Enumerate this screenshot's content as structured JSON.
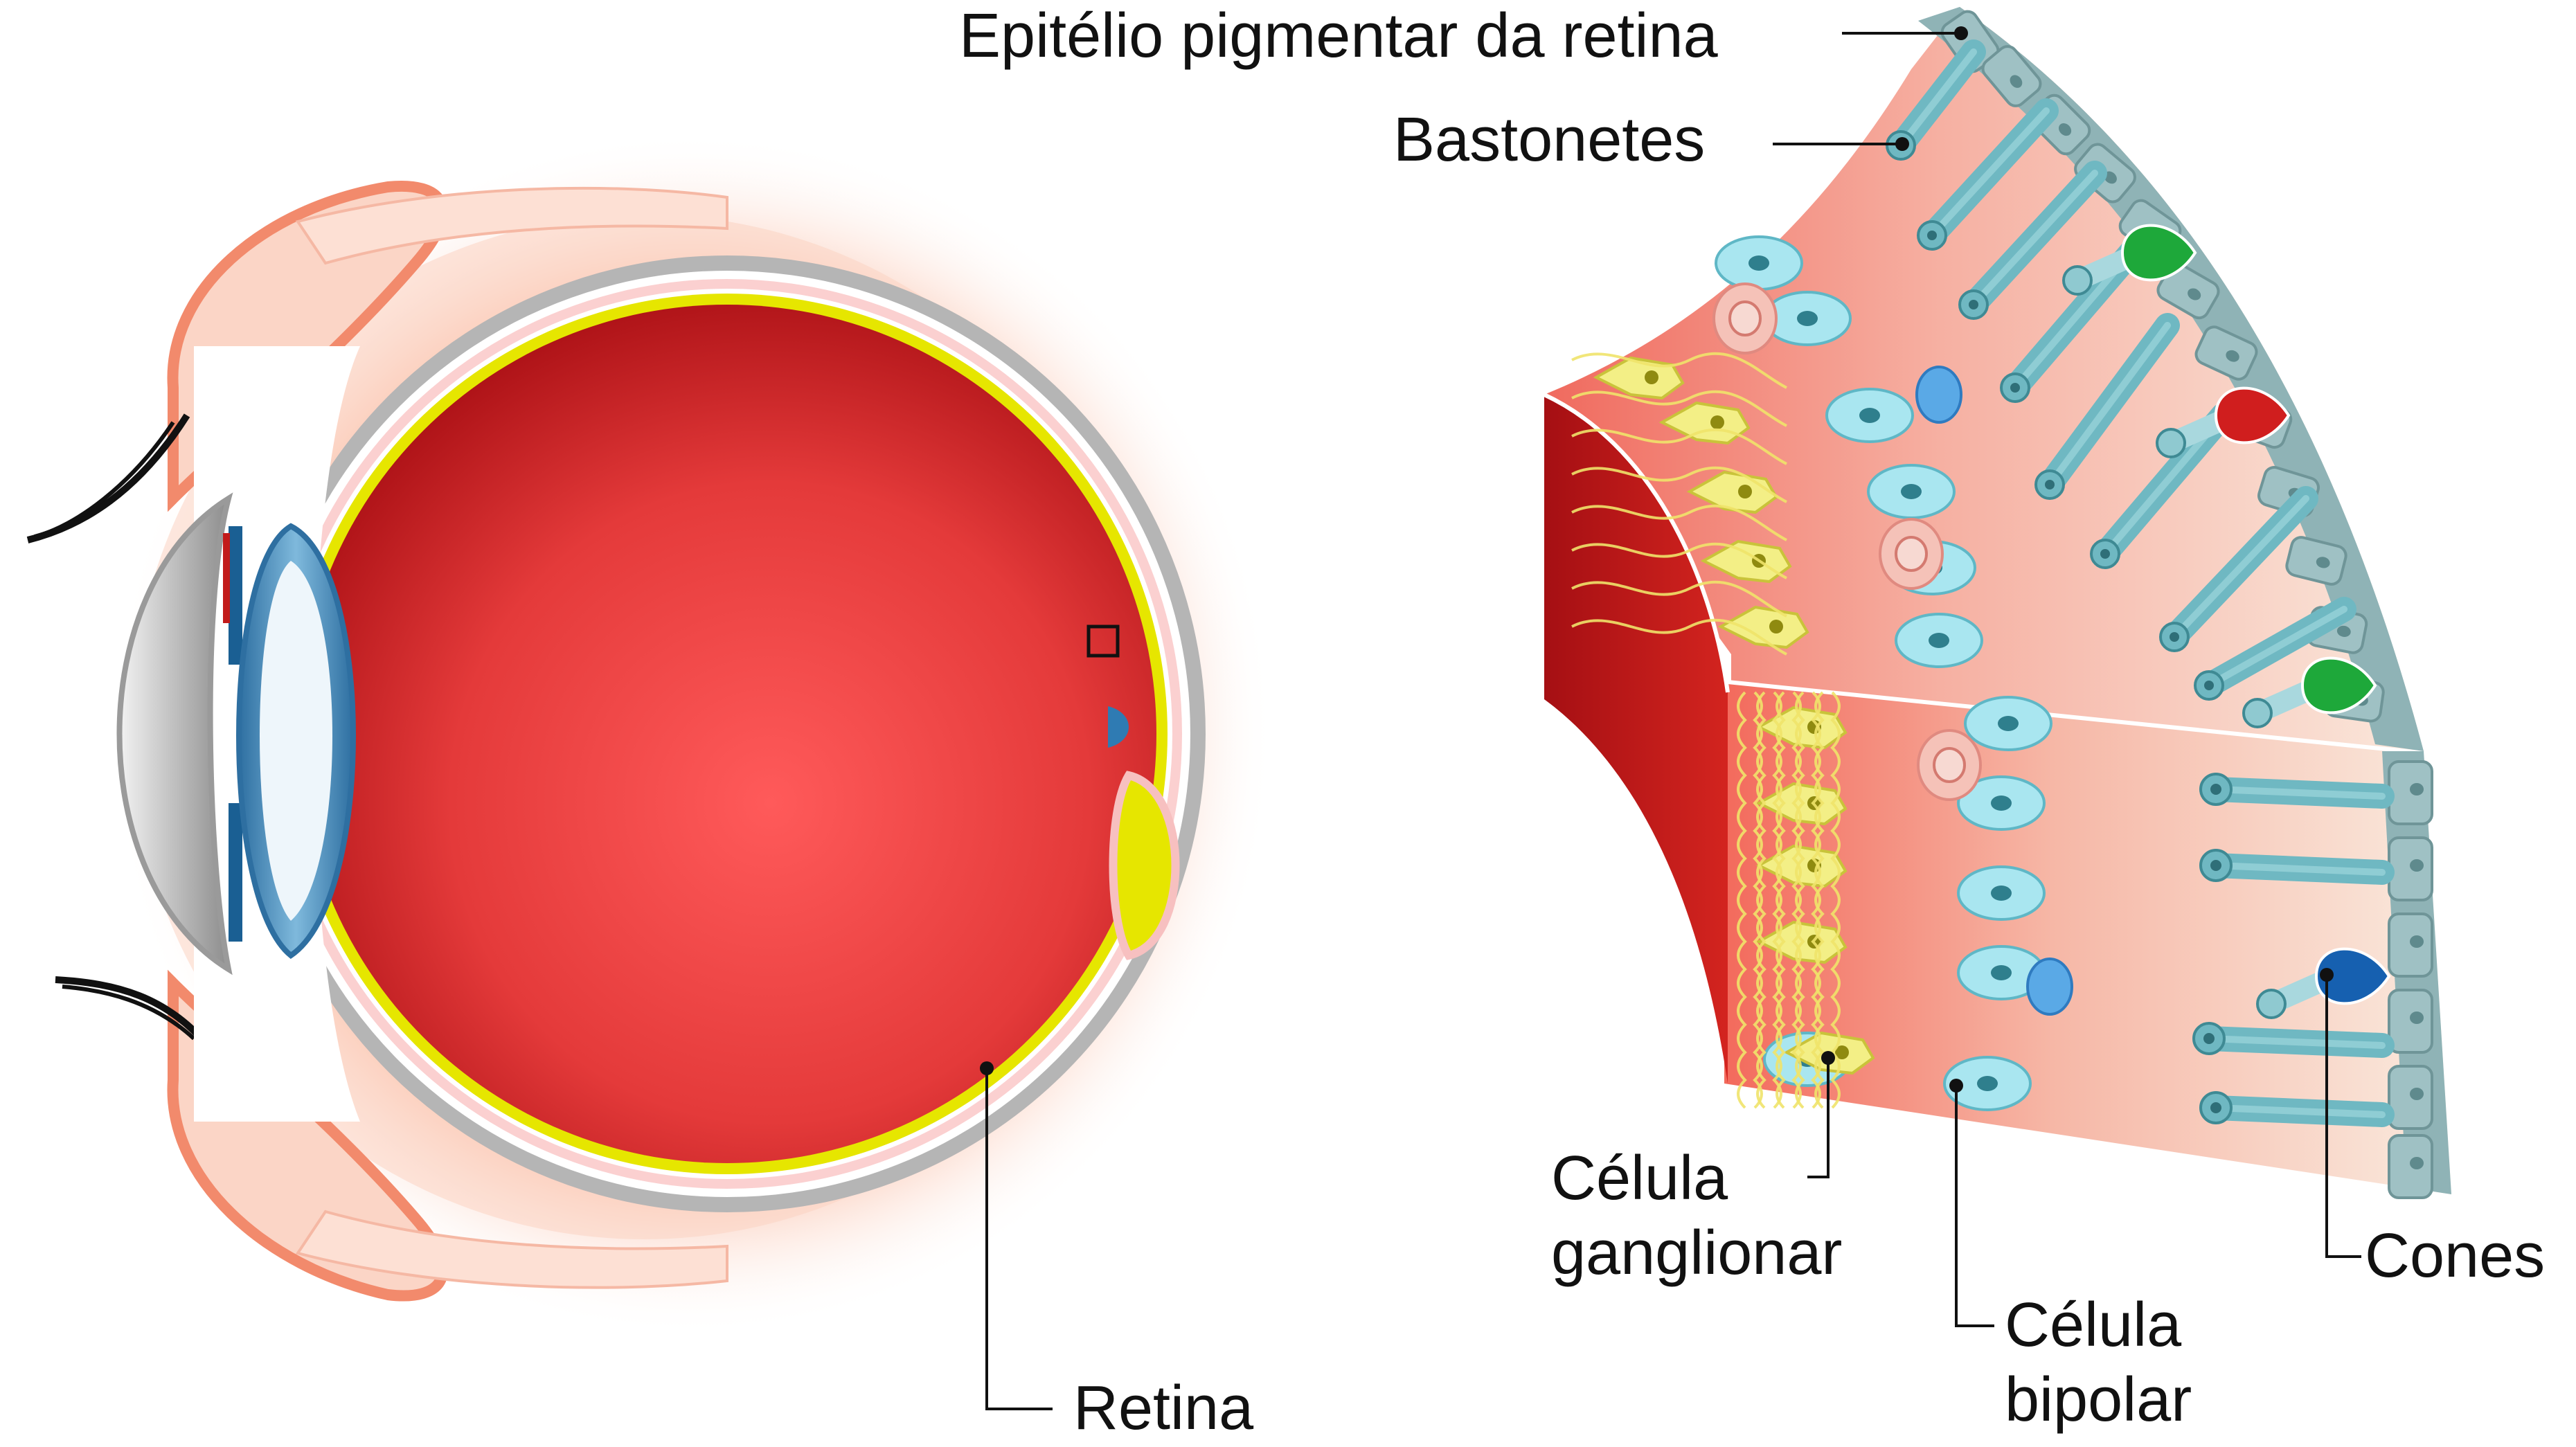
{
  "labels": {
    "rpe": "Epitélio pigmentar da retina",
    "rods": "Bastonetes",
    "ganglion_line1": "Célula",
    "ganglion_line2": "ganglionar",
    "bipolar_line1": "Célula",
    "bipolar_line2": "bipolar",
    "cones": "Cones",
    "retina": "Retina"
  },
  "colors": {
    "vitreous": "#e23a3a",
    "vitreous_dark": "#a90f14",
    "sclera": "#c8c8c8",
    "retina_layer": "#e6e600",
    "lens": "#3f88b8",
    "lid_skin": "#f7a98c",
    "rpe_cell": "#8fb3b6",
    "rod": "#6fb8c2",
    "cone_green": "#1ea83a",
    "cone_red": "#d01e1e",
    "cone_blue": "#1660b0",
    "bipolar_cell": "#a9e6f0",
    "ganglion_cell": "#f3ef86",
    "amacrine_cell": "#f5c2b8"
  }
}
